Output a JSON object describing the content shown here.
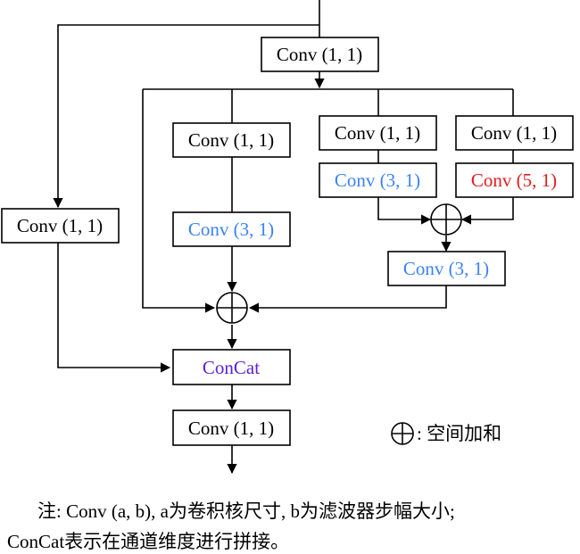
{
  "boxes": {
    "top_conv": "Conv (1, 1)",
    "left_conv": "Conv (1, 1)",
    "b2_conv_a": "Conv (1, 1)",
    "b2_conv_b": "Conv (3, 1)",
    "b3_conv_a": "Conv (1, 1)",
    "b3_conv_b": "Conv (3, 1)",
    "b4_conv_a": "Conv (1, 1)",
    "b4_conv_b": "Conv (5, 1)",
    "merge_conv": "Conv (3, 1)",
    "concat": "ConCat",
    "out_conv": "Conv (1, 1)"
  },
  "legend": {
    "label": ": 空间加和"
  },
  "caption": {
    "line1": "注: Conv (a, b), a为卷积核尺寸, b为滤波器步幅大小;",
    "line2": "ConCat表示在通道维度进行拼接。"
  },
  "colors": {
    "black": "#000000",
    "blue": "#3b82f6",
    "red": "#e11d1d",
    "purple": "#5b21d6"
  }
}
